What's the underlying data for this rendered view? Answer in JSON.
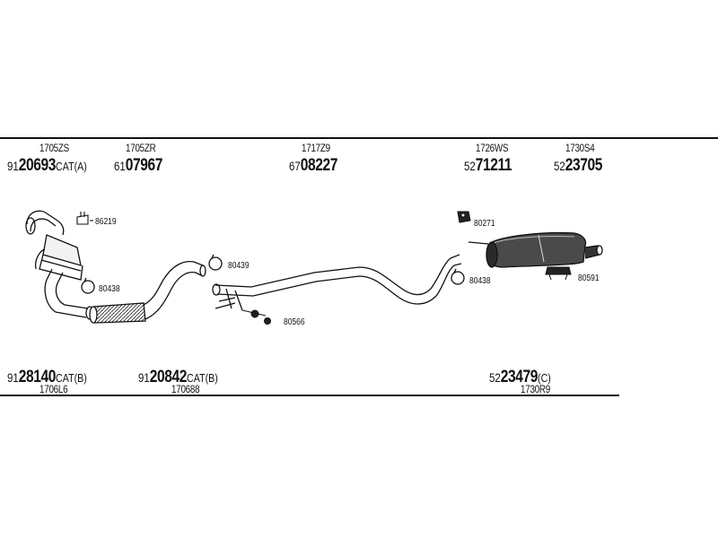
{
  "top": {
    "p1": {
      "code": "1705ZS",
      "prefix": "91",
      "number": "20693",
      "suffix": "CAT(A)"
    },
    "p2": {
      "code": "1705ZR",
      "prefix": "61",
      "number": "07967",
      "suffix": ""
    },
    "p3": {
      "code": "1717Z9",
      "prefix": "67",
      "number": "08227",
      "suffix": ""
    },
    "p4": {
      "code": "1726WS",
      "prefix": "52",
      "number": "71211",
      "suffix": ""
    },
    "p5": {
      "code": "1730S4",
      "prefix": "52",
      "number": "23705",
      "suffix": ""
    }
  },
  "bottom": {
    "p1": {
      "code": "1706L6",
      "prefix": "91",
      "number": "28140",
      "suffix": "CAT(B)"
    },
    "p2": {
      "code": "170688",
      "prefix": "91",
      "number": "20842",
      "suffix": "CAT(B)"
    },
    "p3": {
      "code": "1730R9",
      "prefix": "52",
      "number": "23479",
      "suffix": "(C)"
    }
  },
  "callouts": {
    "c1": "86219",
    "c2": "80438",
    "c3": "80439",
    "c4": "80566",
    "c5": "80271",
    "c6": "80438",
    "c7": "80591"
  }
}
